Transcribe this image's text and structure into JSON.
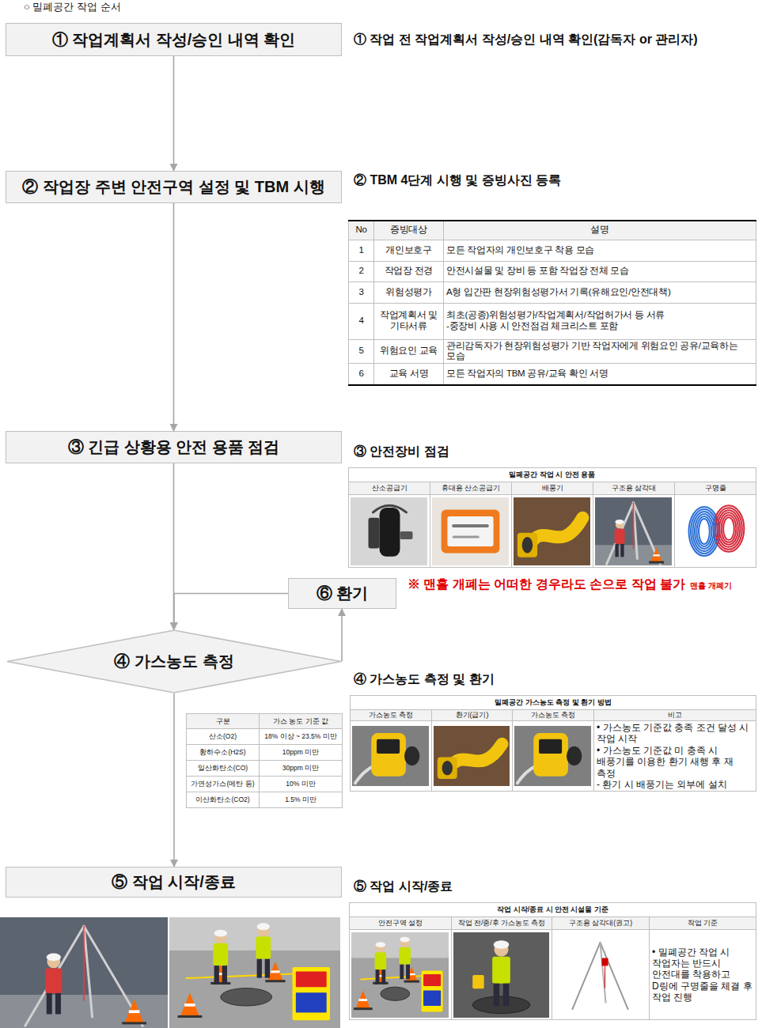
{
  "diagram": {
    "title": "○ 밀폐공간 작업 순서",
    "nodes": [
      {
        "text": [
          "① 작업계획서 작성/승인 내역 확인"
        ]
      },
      {
        "text": [
          "② 작업장 주변 안전구역 설정 및 TBM 시행"
        ]
      },
      {
        "text": [
          "③ 긴급 상황용 안전 용품 점검"
        ]
      },
      {
        "text": [
          "⑥ 환기"
        ]
      },
      {
        "text": [
          "④ 가스농도 측정"
        ]
      },
      {
        "text": [
          "⑤ 작업 시작/종료"
        ]
      }
    ],
    "edges": [
      {
        "from": 0,
        "to": 1,
        "arrow": "to"
      },
      {
        "from": 1,
        "to": 2,
        "arrow": "to"
      },
      {
        "from": 2,
        "to": 4,
        "arrow": "to"
      },
      {
        "from": 4,
        "to": 3,
        "arrow": "to"
      },
      {
        "from": 3,
        "to": 4,
        "arrow": "to"
      },
      {
        "from": 4,
        "to": 5,
        "arrow": "to"
      }
    ],
    "labels": [
      "① 작업 전 작업계획서 작성/승인 내역 확인(감독자 or 관리자)",
      "② TBM 4단계 시행 및 증빙사진 등록",
      "No",
      "증빙대상",
      "설명",
      "1",
      "개인보호구",
      "모든 작업자의 개인보호구 착용 모습",
      "2",
      "작업장 전경",
      "안전시설물 및 장비 등 포함 작업장 전체 모습",
      "3",
      "위험성평가",
      "A형 입간판 현장위험성평가서 기록(유해요인/안전대책)",
      "4",
      "작업계획서 및 기타서류",
      "최초(공종)위험성평가/작업계획서/작업허가서 등 서류",
      "-중장비 사용 시 안전점검 체크리스트 포함",
      "5",
      "위험요인 교육",
      "관리감독자가 현장위험성평가 기반 작업자에게 위험요인 공유/교육하는 모습",
      "6",
      "교육 서명",
      "모든 작업자의 TBM 공유/교육 확인 서명",
      "③ 안전장비 점검",
      "밀폐공간 작업 시 안전 용품",
      "산소공급기",
      "휴대용 산소공급기",
      "배풍기",
      "구조용 삼각대",
      "구명줄",
      "※ 맨홀 개폐는 어떠한 경우라도 손으로 작업 불가",
      "맨홀 개폐기",
      "구분",
      "가스 농도 기준 값",
      "산소(O2)",
      "18% 이상 ~ 23.5% 미만",
      "황하수소(H2S)",
      "10ppm 미만",
      "일산화탄소(CO)",
      "30ppm 미만",
      "가연성가스(메탄 등)",
      "10% 미만",
      "이산화탄소(CO2)",
      "1.5% 미만",
      "④ 가스농도 측정 및 환기",
      "밀폐공간 가스농도 측정 및 환기 방법",
      "가스농도 측정",
      "환기(급기)",
      "가스농도 측정",
      "비고",
      "• 가스농도 기준값 충족 조건 달성 시 작업 시작",
      "• 가스농도 기준값 미 충족 시 배풍기를 이용한 환기 새행 후 재 측정",
      "- 환기 시 배풍기는 외부에 설치",
      "⑤ 작업 시작/종료",
      "작업 시작/종료 시 안전 시설물 기준",
      "안전구역 설정",
      "작업 전/중/후 가스농도 측정",
      "구조용 삼각대(권고)",
      "작업 기준",
      "• 밀폐공간 작업 시 작업자는 반드시 안전대를 착용하고 D링에 구명줄을 체결 후 작업 진행"
    ]
  }
}
